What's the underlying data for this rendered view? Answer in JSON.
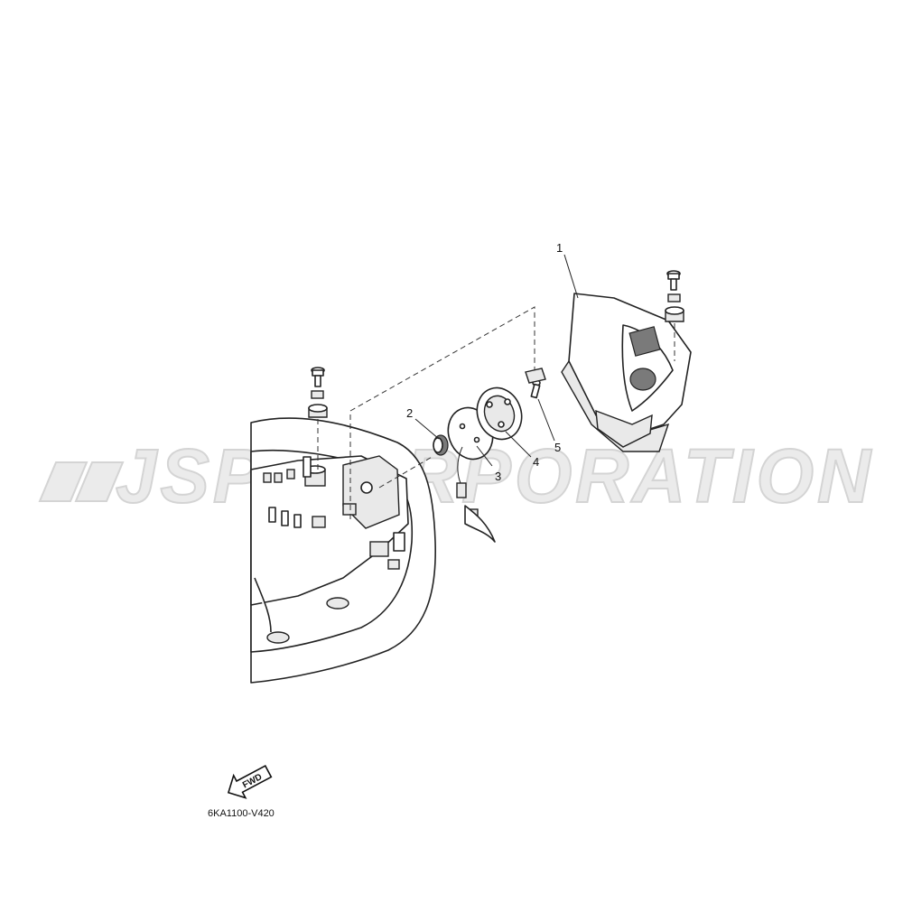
{
  "watermark": "JSP CORPORATION",
  "diagram_code": "6KA1100-V420",
  "fwd_label": "FWD",
  "callouts": [
    "1",
    "2",
    "3",
    "4",
    "5"
  ]
}
